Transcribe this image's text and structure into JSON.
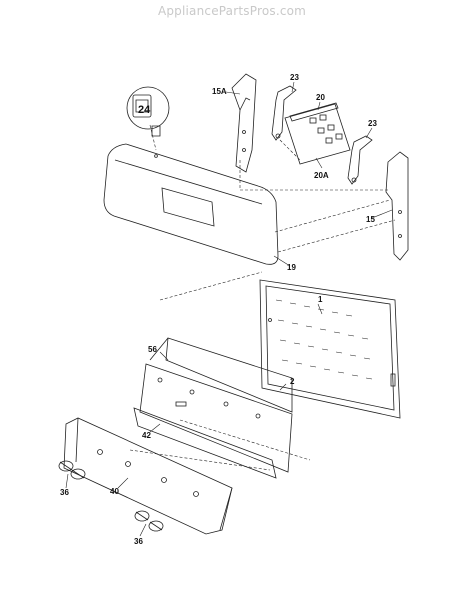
{
  "watermark": "AppliancePartsPros.com",
  "labels": {
    "p15A": "15A",
    "p23a": "23",
    "p20": "20",
    "p23b": "23",
    "p20A": "20A",
    "p24": "24",
    "p15": "15",
    "p19": "19",
    "p1": "1",
    "p56": "56",
    "p2": "2",
    "p42": "42",
    "p36a": "36",
    "p40": "40",
    "p36b": "36"
  }
}
